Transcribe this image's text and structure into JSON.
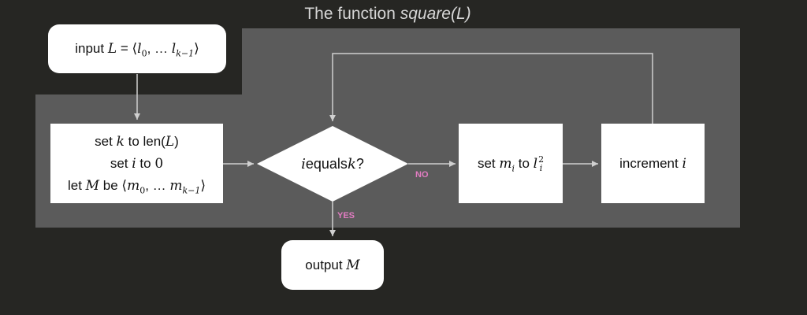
{
  "title": {
    "prefix": "The function ",
    "name": "square(L)"
  },
  "nodes": {
    "input": {
      "prefix": "input ",
      "var": "L",
      "eq": " = ⟨",
      "l0": "l",
      "l0_sub": "0",
      "mid": ", … ",
      "lk": "l",
      "lk_sub": "k−1",
      "close": "⟩"
    },
    "init": {
      "line1": {
        "a": "set ",
        "v": "k",
        "b": " to len(",
        "v2": "L",
        "c": ")"
      },
      "line2": {
        "a": "set ",
        "v": "i",
        "b": " to ",
        "n": "0"
      },
      "line3": {
        "a": "let ",
        "v": "M",
        "b": " be ⟨",
        "m0": "m",
        "m0_sub": "0",
        "mid": ", … ",
        "mk": "m",
        "mk_sub": "k−1",
        "close": "⟩"
      }
    },
    "decision": {
      "v": "i",
      "a": " equals ",
      "v2": "k",
      "b": "?"
    },
    "set_m": {
      "a": "set ",
      "m": "m",
      "m_sub": "i",
      "b": " to ",
      "l": "l",
      "l_sub": "i",
      "l_sup": "2"
    },
    "increment": {
      "a": "increment ",
      "v": "i"
    },
    "output": {
      "a": "output ",
      "v": "M"
    }
  },
  "edge_labels": {
    "no": "NO",
    "yes": "YES"
  },
  "colors": {
    "background": "#262623",
    "panel": "#5b5b5b",
    "node": "#ffffff",
    "edge": "#d0d0d0",
    "edge_label": "#e27cc2",
    "title": "#d6d6d6"
  }
}
